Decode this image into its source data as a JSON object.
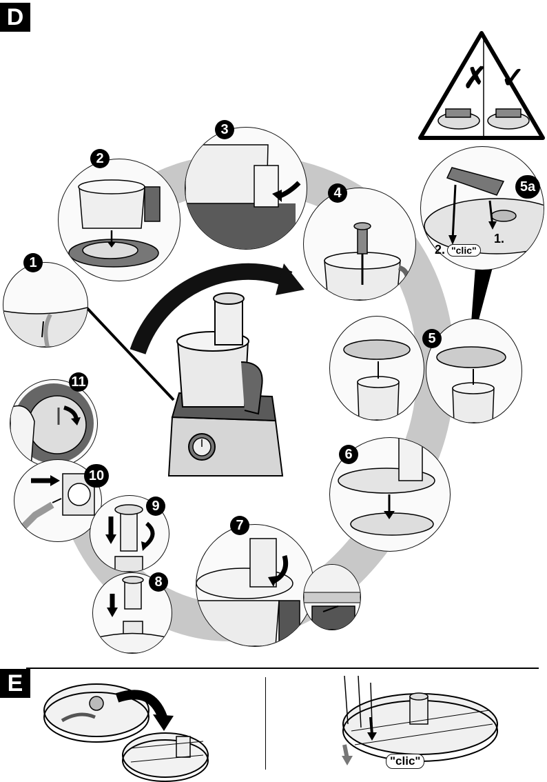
{
  "sections": {
    "d": {
      "label": "D"
    },
    "e": {
      "label": "E"
    }
  },
  "steps": [
    {
      "id": "1",
      "label": "1",
      "description": "cord-unwind"
    },
    {
      "id": "2",
      "label": "2",
      "description": "place-bowl-on-base"
    },
    {
      "id": "3",
      "label": "3",
      "description": "rotate-bowl-to-lock"
    },
    {
      "id": "4",
      "label": "4",
      "description": "insert-drive-shaft"
    },
    {
      "id": "5",
      "label": "5",
      "description": "place-disc-on-shaft"
    },
    {
      "id": "5a",
      "label": "5a",
      "description": "insert-blade-insert"
    },
    {
      "id": "6",
      "label": "6",
      "description": "place-lid"
    },
    {
      "id": "7",
      "label": "7",
      "description": "rotate-lid-to-lock"
    },
    {
      "id": "8",
      "label": "8",
      "description": "insert-pusher"
    },
    {
      "id": "9",
      "label": "9",
      "description": "rotate-pusher"
    },
    {
      "id": "10",
      "label": "10",
      "description": "plug-in"
    },
    {
      "id": "11",
      "label": "11",
      "description": "turn-dial"
    }
  ],
  "annotations": {
    "step5a_first": "1.",
    "step5a_second": "2.",
    "clic_5a": "\"clic\"",
    "clic_e": "\"clic\""
  },
  "warning": {
    "icon": "warning-triangle-icon",
    "wrong_mark": "✗",
    "right_mark": "✓"
  },
  "colors": {
    "ink": "#000000",
    "shadow_path": "#c8c8c8",
    "mid_gray": "#8a8a8a",
    "dark_gray": "#4a4a4a",
    "paper": "#ffffff"
  }
}
